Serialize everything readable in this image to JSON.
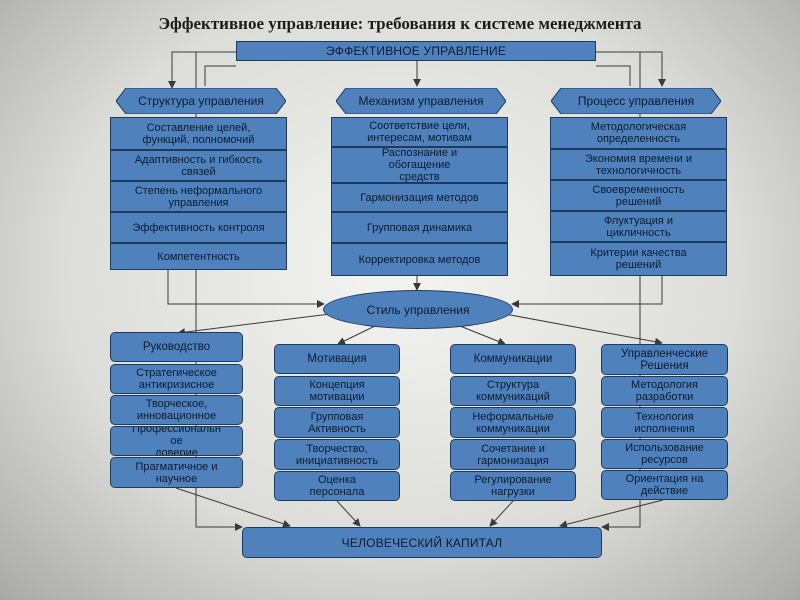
{
  "title": "Эффективное управление: требования к системе менеджмента",
  "top_banner": "ЭФФЕКТИВНОЕ УПРАВЛЕНИЕ",
  "columns_top": [
    {
      "header": "Структура управления",
      "items": [
        "Составление целей,\nфункций, полномочий",
        "Адаптивность и гибкость\nсвязей",
        "Степень неформального\nуправления",
        "Эффективность контроля",
        "Компетентность"
      ]
    },
    {
      "header": "Механизм управления",
      "items": [
        "Соответствие цели,\nинтересам, мотивам",
        "Распознание и\nобогащение\nсредств",
        "Гармонизация методов",
        "Групповая динамика",
        "Корректировка методов"
      ]
    },
    {
      "header": "Процесс управления",
      "items": [
        "Методологическая\nопределенность",
        "Экономия времени и\nтехнологичность",
        "Своевременность\nрешений",
        "Флуктуация и\nцикличность",
        "Критерии качества\nрешений"
      ]
    }
  ],
  "center_oval": "Стиль управления",
  "columns_bottom": [
    {
      "header": "Руководство",
      "items": [
        "Стратегическое\nантикризисное",
        "Творческое,\nинновационное",
        "Профессиональн\nое\nдоверие",
        "Прагматичное и\nнаучное"
      ]
    },
    {
      "header": "Мотивация",
      "items": [
        "Концепция\nмотивации",
        "Групповая\nАктивность",
        "Творчество,\nинициативность",
        "Оценка\nперсонала"
      ]
    },
    {
      "header": "Коммуникации",
      "items": [
        "Структура\nкоммуникаций",
        "Неформальные\nкоммуникации",
        "Сочетание и\nгармонизация",
        "Регулирование\nнагрузки"
      ]
    },
    {
      "header": "Управленческие\nРешения",
      "items": [
        "Методология\nразработки",
        "Технология\nисполнения",
        "Использование\nресурсов",
        "Ориентация на\nдействие"
      ]
    }
  ],
  "bottom_banner": "ЧЕЛОВЕЧЕСКИЙ КАПИТАЛ",
  "colors": {
    "box_fill": "#4f82bd",
    "box_border": "#1f3b5c",
    "connector": "#3a3a3a"
  }
}
